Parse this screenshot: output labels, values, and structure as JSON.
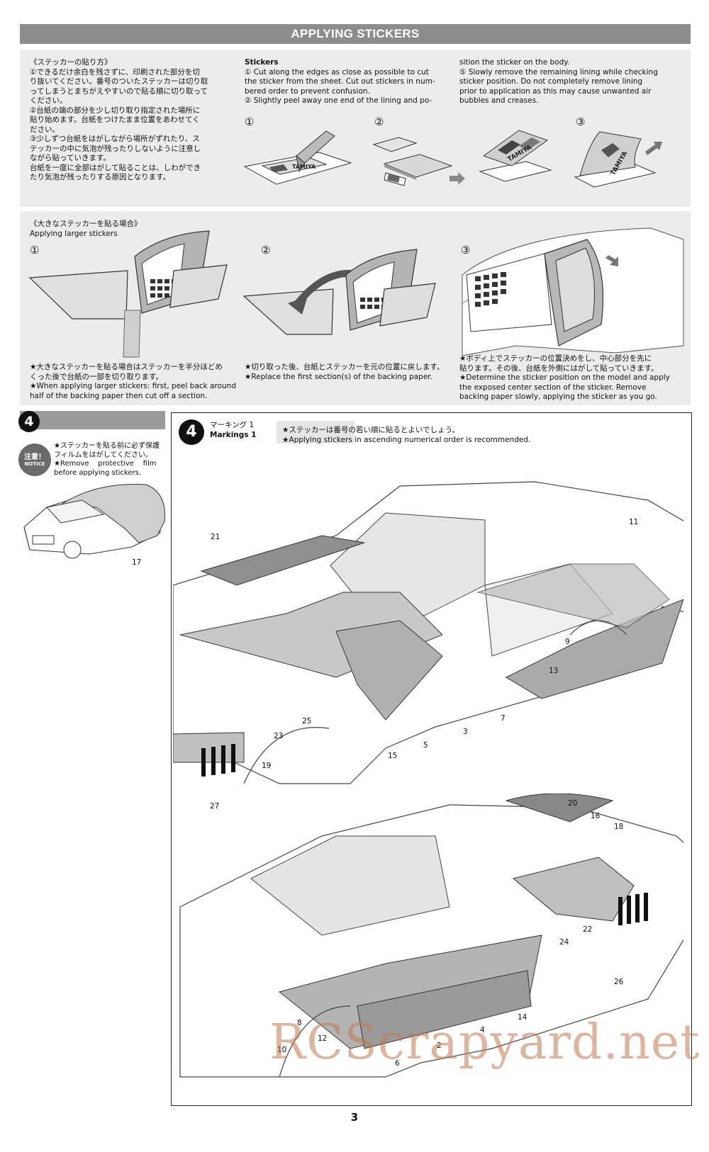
{
  "header": {
    "title": "APPLYING STICKERS"
  },
  "stickers_section": {
    "jp_heading": "《ステッカーの貼り方》",
    "jp_lines": [
      "①できるだけ余白を残さずに、印刷された部分を切",
      "り抜いてください。番号のついたステッカーは切り取",
      "ってしまうとまちがえやすいので貼る順に切り取って",
      "ください。",
      "②台紙の端の部分を少し切り取り指定された場所に",
      "貼り始めます。台紙をつけたまま位置をあわせてく",
      "ださい。",
      "③少しずつ台紙をはがしながら場所がずれたり、ス",
      "テッカーの中に気泡が残ったりしないように注意し",
      "ながら貼っていきます。",
      "台紙を一度に全部はがして貼ることは、しわができ",
      "たり気泡が残ったりする原因となります。"
    ],
    "en_heading": "Stickers",
    "en_col1": [
      "① Cut along the edges as close as possible to cut",
      "the sticker from the sheet. Cut out stickers in num-",
      "bered order to prevent confusion.",
      "② Slightly peel away one end of the lining and po-"
    ],
    "en_col2": [
      "sition the sticker on the body.",
      "⑤ Slowly remove the remaining lining while checking",
      "sticker position. Do not completely remove lining",
      "prior to application as this may cause unwanted air",
      "bubbles and creases."
    ],
    "steps": [
      "①",
      "②",
      "③"
    ],
    "sticker_brand": "TAMIYA"
  },
  "large_stickers": {
    "jp_heading": "《大きなステッカーを貼る場合》",
    "en_heading": "Applying larger stickers",
    "steps": [
      "①",
      "②",
      "③"
    ],
    "captions": [
      {
        "jp": [
          "★大きなステッカーを貼る場合はステッカーを半分ほどめ",
          "くった後で台紙の一部を切り取ります。"
        ],
        "en": [
          "★When applying larger stickers: first, peel back around",
          "half of the backing paper then cut off a section."
        ]
      },
      {
        "jp": [
          "★切り取った後、台紙とステッカーを元の位置に戻します。"
        ],
        "en": [
          "★Replace the first section(s) of the backing paper."
        ]
      },
      {
        "jp": [
          "★ボディ上でステッカーの位置決めをし、中心部分を先に",
          "貼ります。その後、台紙を外側にはがして貼っていきます。"
        ],
        "en": [
          "★Determine the sticker position on the model and apply",
          "the exposed center section of the sticker. Remove",
          "backing paper slowly, applying the sticker as you go."
        ]
      }
    ]
  },
  "step4_left": {
    "number": "4",
    "notice_jp": "注意！",
    "notice_en": "NOTICE",
    "jp_lines": [
      "★ステッカーを貼る前に必ず保護",
      "フィルムをはがしてください。"
    ],
    "en_lines": [
      "★Remove    protective    film",
      "before applying stickers."
    ]
  },
  "step4_main": {
    "number": "4",
    "jp_title": "マーキング 1",
    "en_title": "Markings 1",
    "jp_note": "★ステッカーは番号の若い順に貼るとよいでしょう。",
    "en_note": "★Applying stickers in ascending numerical order is recommended.",
    "callouts_top": [
      "21",
      "17",
      "11",
      "9",
      "13",
      "7",
      "3",
      "5",
      "15",
      "25",
      "23",
      "19",
      "27"
    ],
    "callouts_bottom": [
      "20",
      "16",
      "18",
      "22",
      "24",
      "26",
      "14",
      "4",
      "2",
      "6",
      "12",
      "8",
      "10"
    ]
  },
  "watermark": "RCScrapyard.net",
  "page_number": "3"
}
